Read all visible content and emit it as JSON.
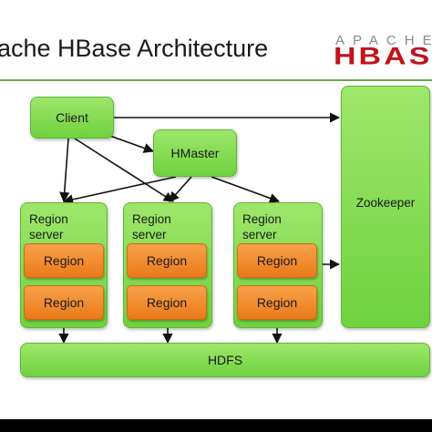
{
  "slide": {
    "title": "ache HBase Architecture",
    "logo": {
      "top_text": "APACHE",
      "bottom_text": "HBASE"
    }
  },
  "nodes": {
    "client": "Client",
    "hmaster": "HMaster",
    "zookeeper": "Zookeeper",
    "hdfs": "HDFS"
  },
  "region_servers": [
    {
      "label": "Region\nserver",
      "regions": [
        "Region",
        "Region"
      ]
    },
    {
      "label": "Region\nserver",
      "regions": [
        "Region",
        "Region"
      ]
    },
    {
      "label": "Region\nserver",
      "regions": [
        "Region",
        "Region"
      ]
    }
  ],
  "colors": {
    "box_green": "#7ad94a",
    "region_orange": "#f08a2c",
    "logo_red": "#c0141b",
    "rule_green": "#6aa84f",
    "arrow": "#111111"
  }
}
